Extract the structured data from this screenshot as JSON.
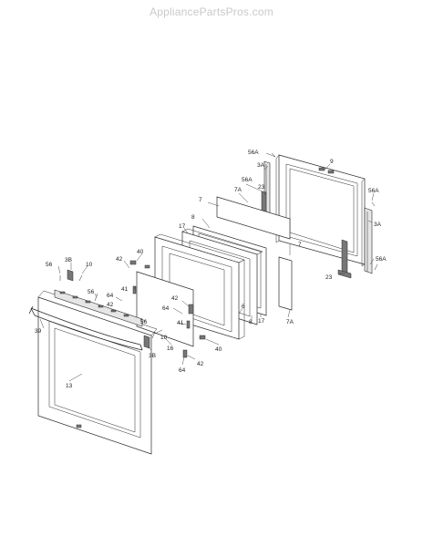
{
  "watermark": "AppliancePartsPros.com",
  "part_labels": [
    {
      "id": "lbl-56A-1",
      "text": "56A"
    },
    {
      "id": "lbl-9",
      "text": "9"
    },
    {
      "id": "lbl-3A-1",
      "text": "3A"
    },
    {
      "id": "lbl-56A-2",
      "text": "56A"
    },
    {
      "id": "lbl-7A-1",
      "text": "7A"
    },
    {
      "id": "lbl-23-1",
      "text": "23"
    },
    {
      "id": "lbl-56A-3",
      "text": "56A"
    },
    {
      "id": "lbl-7-1",
      "text": "7"
    },
    {
      "id": "lbl-3A-2",
      "text": "3A"
    },
    {
      "id": "lbl-8-1",
      "text": "8"
    },
    {
      "id": "lbl-17-1",
      "text": "17"
    },
    {
      "id": "lbl-56A-4",
      "text": "56A"
    },
    {
      "id": "lbl-7-2",
      "text": "7"
    },
    {
      "id": "lbl-40-1",
      "text": "40"
    },
    {
      "id": "lbl-42-1",
      "text": "42"
    },
    {
      "id": "lbl-23-2",
      "text": "23"
    },
    {
      "id": "lbl-56",
      "text": "56"
    },
    {
      "id": "lbl-3B-1",
      "text": "3B"
    },
    {
      "id": "lbl-10-1",
      "text": "10"
    },
    {
      "id": "lbl-56-2",
      "text": "56"
    },
    {
      "id": "lbl-41-1",
      "text": "41"
    },
    {
      "id": "lbl-64-1",
      "text": "64"
    },
    {
      "id": "lbl-42-2",
      "text": "42"
    },
    {
      "id": "lbl-42-3",
      "text": "42"
    },
    {
      "id": "lbl-64-2",
      "text": "64"
    },
    {
      "id": "lbl-6",
      "text": "6"
    },
    {
      "id": "lbl-8-2",
      "text": "8"
    },
    {
      "id": "lbl-17-2",
      "text": "17"
    },
    {
      "id": "lbl-7A-2",
      "text": "7A"
    },
    {
      "id": "lbl-39",
      "text": "39"
    },
    {
      "id": "lbl-56-3",
      "text": "56"
    },
    {
      "id": "lbl-41-2",
      "text": "41"
    },
    {
      "id": "lbl-10-2",
      "text": "10"
    },
    {
      "id": "lbl-16",
      "text": "16"
    },
    {
      "id": "lbl-40-2",
      "text": "40"
    },
    {
      "id": "lbl-3B-2",
      "text": "3B"
    },
    {
      "id": "lbl-42-4",
      "text": "42"
    },
    {
      "id": "lbl-64-3",
      "text": "64"
    },
    {
      "id": "lbl-13",
      "text": "13"
    }
  ]
}
